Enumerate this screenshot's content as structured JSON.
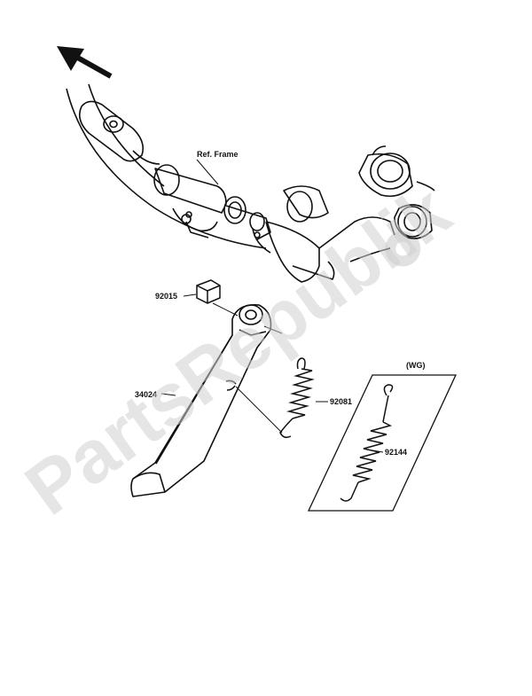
{
  "diagram": {
    "labels": {
      "ref_frame": "Ref. Frame",
      "nut": "92015",
      "stand": "34024",
      "spring": "92081",
      "wg_spring": "92144",
      "wg": "(WG)"
    },
    "watermark": "PartsRepublik",
    "colors": {
      "line": "#111111",
      "watermark": "#d9d9d9"
    }
  }
}
